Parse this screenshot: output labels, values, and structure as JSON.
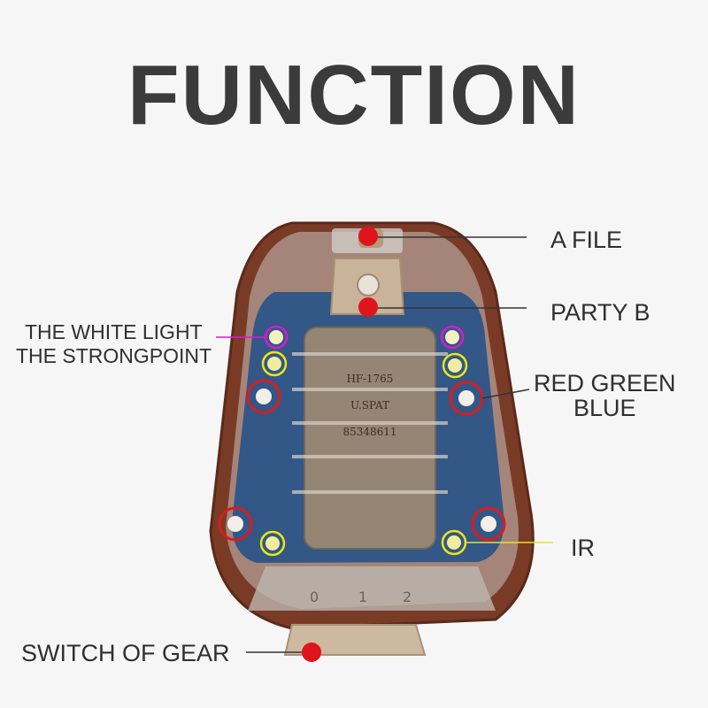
{
  "title": "FUNCTION",
  "labels": {
    "a_file": "A FILE",
    "party_b": "PARTY B",
    "white_light_line1": "THE WHITE LIGHT",
    "white_light_line2": "THE STRONGPOINT",
    "rgb_line1": "RED GREEN",
    "rgb_line2": "BLUE",
    "ir": "IR",
    "switch": "SWITCH OF GEAR"
  },
  "battery_text": {
    "line1": "HF-1765",
    "line2": "U.SPAT",
    "line3": "85348611"
  },
  "gear_marks": [
    "0",
    "1",
    "2"
  ],
  "colors": {
    "marker_red": "#e0141d",
    "callout_magenta": "#d81ccf",
    "callout_yellow": "#e8e616",
    "callout_red": "#d91c1c",
    "pcb_blue": "#1f4f8a",
    "shell_brown": "#7a3b26"
  }
}
